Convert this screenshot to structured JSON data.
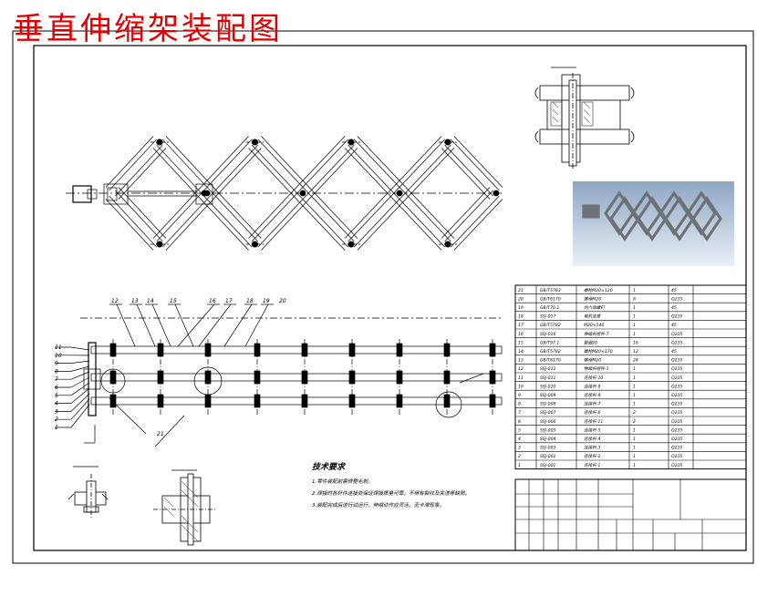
{
  "title": "垂直伸缩架装配图",
  "technical_requirements": {
    "heading": "技术要求",
    "items": [
      "1.零件装配前需修整毛刺。",
      "2.焊接时各杆件连接处保证焊接质量可靠，不得有裂纹及夹渣等缺陷。",
      "3.装配完成后进行试运行，伸缩动作应灵活，无卡滞现象。"
    ]
  },
  "callouts": {
    "top": [
      "12",
      "13",
      "14",
      "15",
      "16",
      "17",
      "18",
      "19",
      "20"
    ],
    "left": [
      "11",
      "10",
      "9",
      "8",
      "7",
      "6",
      "5",
      "4",
      "3",
      "2",
      "1"
    ],
    "bottom": [
      "21"
    ]
  },
  "bom": [
    {
      "no": "21",
      "code": "GB/T5783",
      "name": "螺栓M20×120",
      "qty": "1",
      "mat": "45"
    },
    {
      "no": "20",
      "code": "GB/T6170",
      "name": "螺母M20",
      "qty": "8",
      "mat": "Q235"
    },
    {
      "no": "19",
      "code": "GB/T70.1",
      "name": "内六角螺钉",
      "qty": "1",
      "mat": "45"
    },
    {
      "no": "18",
      "code": "SSJ-017",
      "name": "电机支座",
      "qty": "1",
      "mat": "Q235"
    },
    {
      "no": "17",
      "code": "GB/T5782",
      "name": "M20×140",
      "qty": "1",
      "mat": "45"
    },
    {
      "no": "16",
      "code": "SSJ-016",
      "name": "伸缩杆组件-7",
      "qty": "1",
      "mat": "Q235"
    },
    {
      "no": "15",
      "code": "GB/T97.1",
      "name": "垫圈20",
      "qty": "16",
      "mat": "Q235"
    },
    {
      "no": "14",
      "code": "GB/T5782",
      "name": "螺栓M20×170",
      "qty": "12",
      "mat": "45"
    },
    {
      "no": "13",
      "code": "GB/T6170",
      "name": "螺母M20",
      "qty": "24",
      "mat": "Q235"
    },
    {
      "no": "12",
      "code": "SSJ-012",
      "name": "伸缩杆组件-1",
      "qty": "1",
      "mat": "Q235"
    },
    {
      "no": "11",
      "code": "SSJ-011",
      "name": "连接杆-10",
      "qty": "1",
      "mat": "Q235"
    },
    {
      "no": "10",
      "code": "SSJ-010",
      "name": "连接杆-9",
      "qty": "1",
      "mat": "Q235"
    },
    {
      "no": "9",
      "code": "SSJ-009",
      "name": "连接杆-8",
      "qty": "1",
      "mat": "Q235"
    },
    {
      "no": "8",
      "code": "SSJ-008",
      "name": "连接杆-7",
      "qty": "1",
      "mat": "Q235"
    },
    {
      "no": "7",
      "code": "SSJ-007",
      "name": "连接杆-6",
      "qty": "2",
      "mat": "Q235"
    },
    {
      "no": "6",
      "code": "SSJ-006",
      "name": "连接杆-11",
      "qty": "2",
      "mat": "Q235"
    },
    {
      "no": "5",
      "code": "SSJ-005",
      "name": "连接杆-5",
      "qty": "1",
      "mat": "Q235"
    },
    {
      "no": "4",
      "code": "SSJ-004",
      "name": "连接杆-4",
      "qty": "1",
      "mat": "Q235"
    },
    {
      "no": "3",
      "code": "SSJ-003",
      "name": "连接杆-3",
      "qty": "1",
      "mat": "Q235"
    },
    {
      "no": "2",
      "code": "SSJ-002",
      "name": "连接杆-2",
      "qty": "1",
      "mat": "Q235"
    },
    {
      "no": "1",
      "code": "SSJ-001",
      "name": "连接杆-1",
      "qty": "1",
      "mat": "Q235"
    }
  ],
  "colors": {
    "title": "#e00000",
    "ink": "#000000",
    "render_bg_top": "#8ea6c4",
    "render_bg_bottom": "#eaf0f7",
    "render_part": "#6e7278"
  }
}
